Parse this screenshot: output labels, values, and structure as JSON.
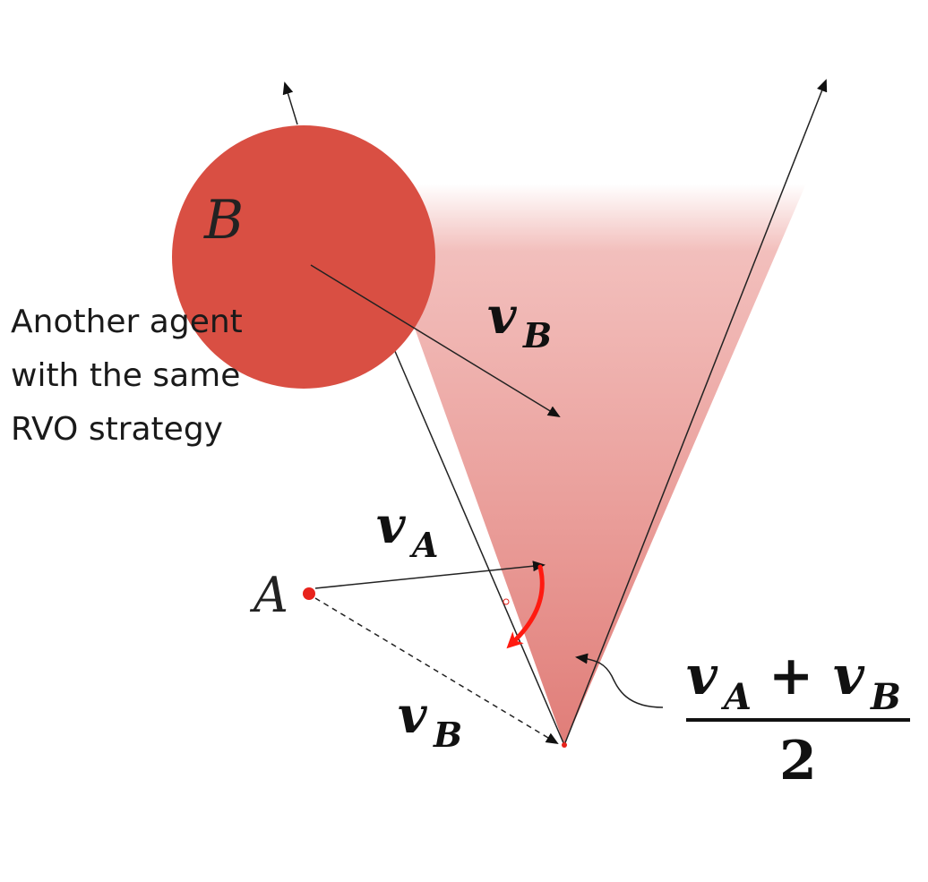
{
  "labels": {
    "agent_b": "B",
    "agent_a": "A",
    "v_letter": "v",
    "sub_a": "A",
    "sub_b": "B",
    "plus": "+",
    "denominator": "2"
  },
  "annotation": {
    "lines": [
      "Another agent",
      "with the same",
      "RVO strategy"
    ]
  },
  "colors": {
    "agent_b_fill": "#d94f43",
    "cone_fill": "#e88b86",
    "agent_a_point": "#e8231c",
    "curved_arrow": "#ff1a10",
    "arrow_line": "#111111"
  }
}
